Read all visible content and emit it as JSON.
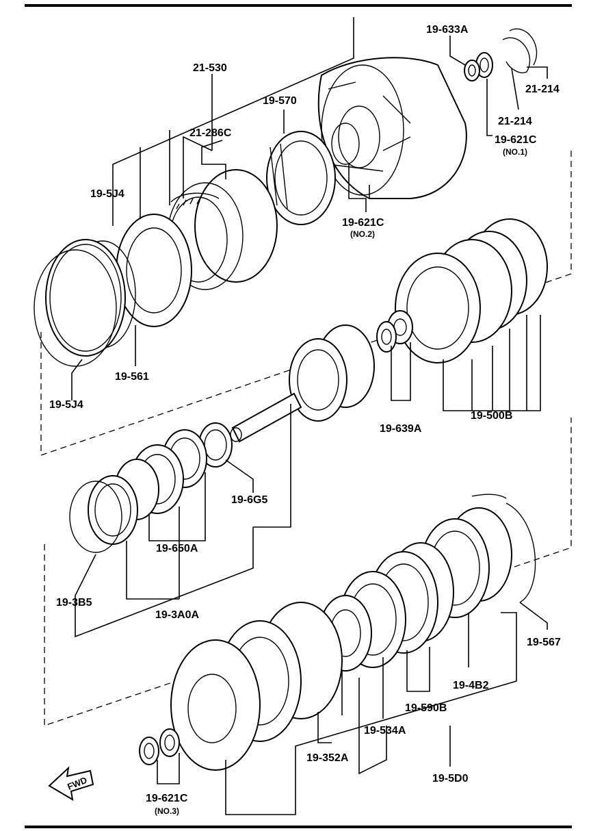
{
  "diagram": {
    "title": "",
    "labels": {
      "p_19_633A": "19-633A",
      "p_21_214_a": "21-214",
      "p_21_214_b": "21-214",
      "p_19_621C_no1": "19-621C",
      "p_19_621C_no1_sub": "(NO.1)",
      "p_21_530": "21-530",
      "p_19_570": "19-570",
      "p_21_286C": "21-286C",
      "p_19_5J4_a": "19-5J4",
      "p_19_621C_no2": "19-621C",
      "p_19_621C_no2_sub": "(NO.2)",
      "p_19_561": "19-561",
      "p_19_5J4_b": "19-5J4",
      "p_19_639A": "19-639A",
      "p_19_500B": "19-500B",
      "p_19_6G5": "19-6G5",
      "p_19_650A": "19-650A",
      "p_19_3B5": "19-3B5",
      "p_19_3A0A": "19-3A0A",
      "p_19_567": "19-567",
      "p_19_4B2": "19-4B2",
      "p_19_590B": "19-590B",
      "p_19_534A": "19-534A",
      "p_19_352A": "19-352A",
      "p_19_5D0": "19-5D0",
      "p_19_621C_no3": "19-621C",
      "p_19_621C_no3_sub": "(NO.3)"
    },
    "fwd_arrow": {
      "label": "FWD",
      "icon": "fwd-arrow-icon"
    }
  }
}
